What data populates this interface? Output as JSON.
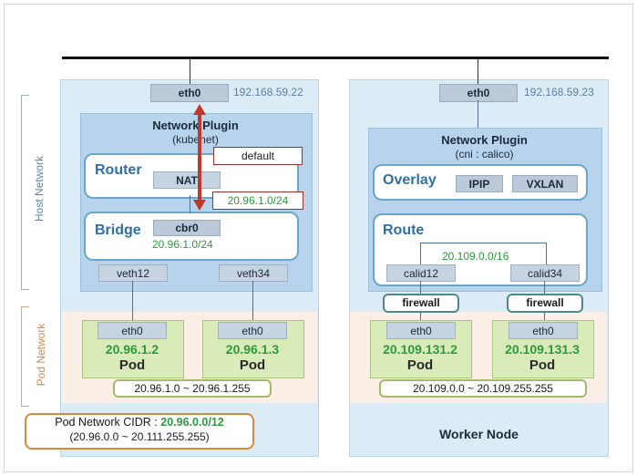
{
  "host_network_label": "Host Network",
  "pod_network_label": "Pod Network",
  "left": {
    "eth0": "eth0",
    "eth0_ip": "192.168.59.22",
    "plugin_title": "Network Plugin",
    "plugin_sub": "(kubenet)",
    "router_title": "Router",
    "nat": "NAT",
    "default_label": "default",
    "route_label": "20.96.1.0/24",
    "bridge_title": "Bridge",
    "cbr0": "cbr0",
    "cbr0_ip": "20.96.1.0/24",
    "veth_a": "veth12",
    "veth_b": "veth34",
    "pods": [
      {
        "iface": "eth0",
        "ip": "20.96.1.2",
        "label": "Pod"
      },
      {
        "iface": "eth0",
        "ip": "20.96.1.3",
        "label": "Pod"
      }
    ],
    "range": "20.96.1.0 ~ 20.96.1.255",
    "cidr_prefix": "Pod Network CIDR : ",
    "cidr_value": "20.96.0.0/12",
    "cidr_range": "(20.96.0.0 ~ 20.111.255.255)"
  },
  "right": {
    "eth0": "eth0",
    "eth0_ip": "192.168.59.23",
    "plugin_title": "Network Plugin",
    "plugin_sub": "(cni : calico)",
    "overlay_title": "Overlay",
    "ipip": "IPIP",
    "vxlan": "VXLAN",
    "route_title": "Route",
    "route_ip": "20.109.0.0/16",
    "calid_a": "calid12",
    "calid_b": "calid34",
    "firewall_a": "firewall",
    "firewall_b": "firewall",
    "pods": [
      {
        "iface": "eth0",
        "ip": "20.109.131.2",
        "label": "Pod"
      },
      {
        "iface": "eth0",
        "ip": "20.109.131.3",
        "label": "Pod"
      }
    ],
    "range": "20.109.0.0 ~ 20.109.255.255",
    "node_label": "Worker Node"
  },
  "colors": {
    "panel_bg": "#dcecf7",
    "inner_bg": "#b7d4ec",
    "pod_bg": "#d8ebb8",
    "pod_zone_bg": "#fbeee6",
    "accent_green": "#2c9a3c",
    "arrow_red": "#c0392b",
    "title_blue": "#2f6fa7",
    "cidr_border": "#d9893a"
  }
}
